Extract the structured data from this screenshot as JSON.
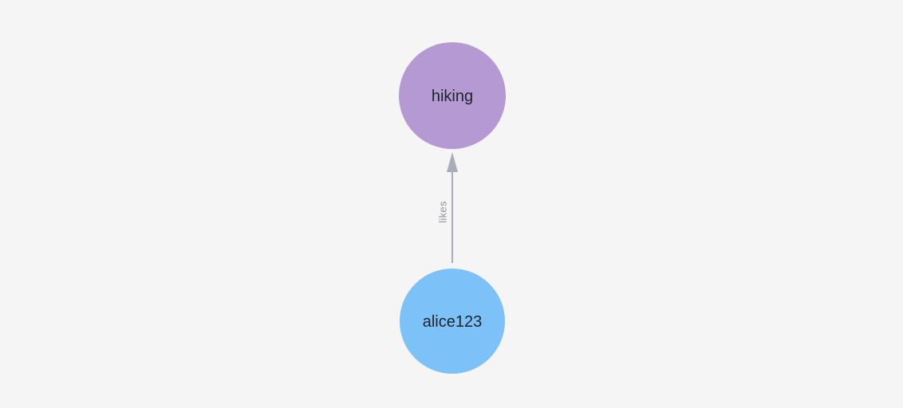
{
  "canvas": {
    "background": "#f5f5f6"
  },
  "nodes": [
    {
      "label": "hiking",
      "fill": "#b499d3",
      "label_color": "#1f2228"
    },
    {
      "label": "alice123",
      "fill": "#7cc2f9",
      "label_color": "#1f2228"
    }
  ],
  "edges": [
    {
      "label": "likes",
      "from": "alice123",
      "to": "hiking",
      "stroke": "#a9adb7",
      "label_color": "#8f939d"
    }
  ]
}
